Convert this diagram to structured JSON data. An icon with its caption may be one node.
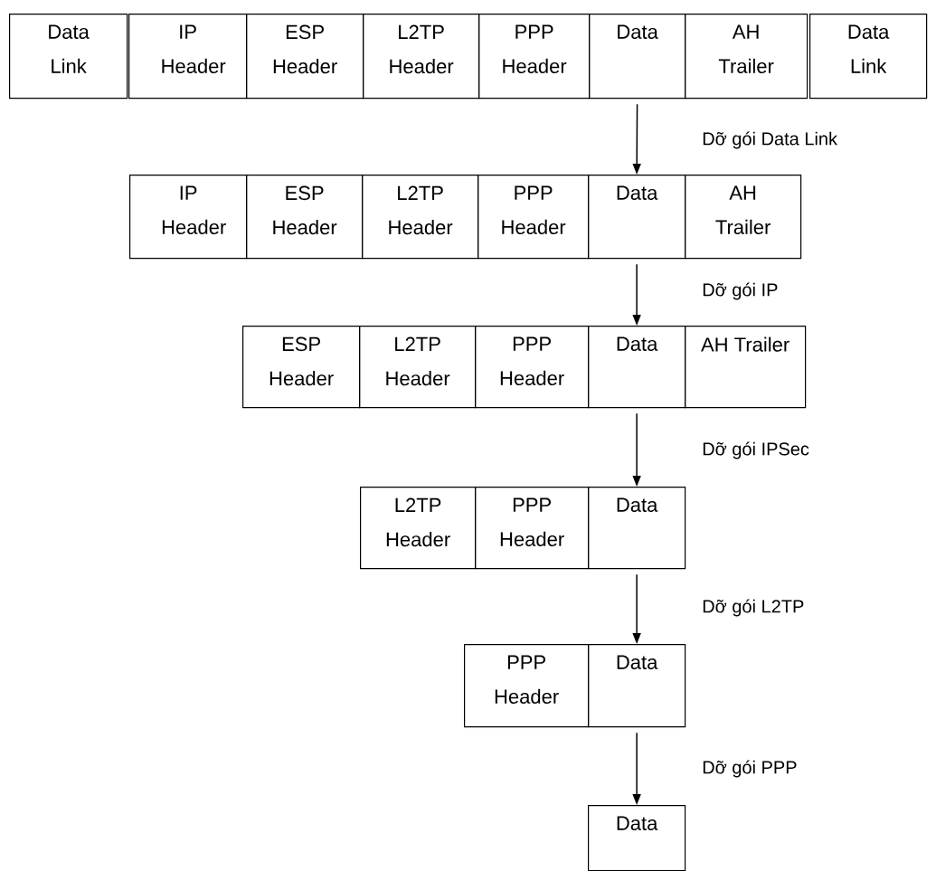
{
  "diagram": {
    "nodes": [
      {
        "text": [
          "Data Link"
        ]
      },
      {
        "text": [
          "IP Header"
        ]
      },
      {
        "text": [
          "ESP Header"
        ]
      },
      {
        "text": [
          "L2TP Header"
        ]
      },
      {
        "text": [
          "PPP Header"
        ]
      },
      {
        "text": [
          "Data"
        ]
      },
      {
        "text": [
          "AH Trailer"
        ]
      },
      {
        "text": [
          "Data Link"
        ]
      },
      {
        "text": [
          "IP Header"
        ]
      },
      {
        "text": [
          "ESP Header"
        ]
      },
      {
        "text": [
          "L2TP Header"
        ]
      },
      {
        "text": [
          "PPP Header"
        ]
      },
      {
        "text": [
          "Data"
        ]
      },
      {
        "text": [
          "AH Trailer"
        ]
      },
      {
        "text": [
          "ESP Header"
        ]
      },
      {
        "text": [
          "L2TP Header"
        ]
      },
      {
        "text": [
          "PPP Header"
        ]
      },
      {
        "text": [
          "Data"
        ]
      },
      {
        "text": [
          "AH Trailer"
        ]
      },
      {
        "text": [
          "L2TP Header"
        ]
      },
      {
        "text": [
          "PPP Header"
        ]
      },
      {
        "text": [
          "Data"
        ]
      },
      {
        "text": [
          "PPP Header"
        ]
      },
      {
        "text": [
          "Data"
        ]
      },
      {
        "text": [
          "Data"
        ]
      }
    ],
    "edges": [
      {
        "from": 5,
        "to": 12,
        "arrow": "to",
        "label": "Dỡ gói Data Link"
      },
      {
        "from": 12,
        "to": 17,
        "arrow": "to",
        "label": "Dỡ gói IP"
      },
      {
        "from": 17,
        "to": 21,
        "arrow": "to",
        "label": "Dỡ gói IPSec"
      },
      {
        "from": 21,
        "to": 23,
        "arrow": "to",
        "label": "Dỡ gói L2TP"
      },
      {
        "from": 23,
        "to": 24,
        "arrow": "to",
        "label": "Dỡ gói PPP"
      }
    ]
  }
}
